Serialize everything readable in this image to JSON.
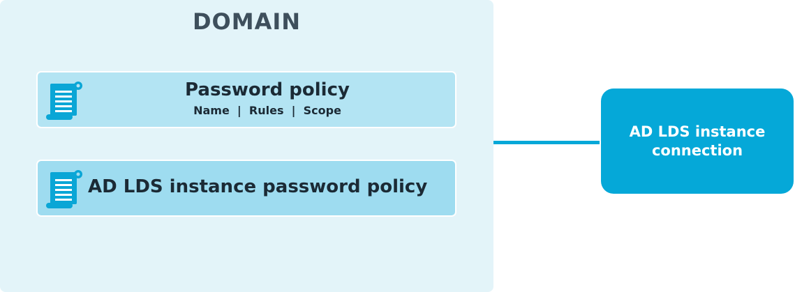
{
  "domain": {
    "title": "DOMAIN"
  },
  "policies": [
    {
      "title": "Password policy",
      "subtitle": "Name  |  Rules  |  Scope",
      "icon": "policy-scroll-icon"
    },
    {
      "title": "AD LDS instance password policy",
      "icon": "policy-scroll-icon"
    }
  ],
  "connection": {
    "label": "AD LDS instance connection"
  },
  "colors": {
    "domain_bg": "#e3f4f9",
    "policy_bg_1": "#b3e4f3",
    "policy_bg_2": "#9edcf0",
    "accent": "#05a8d8",
    "text_dark": "#1b2a35",
    "title_gray": "#3e4f5c"
  }
}
